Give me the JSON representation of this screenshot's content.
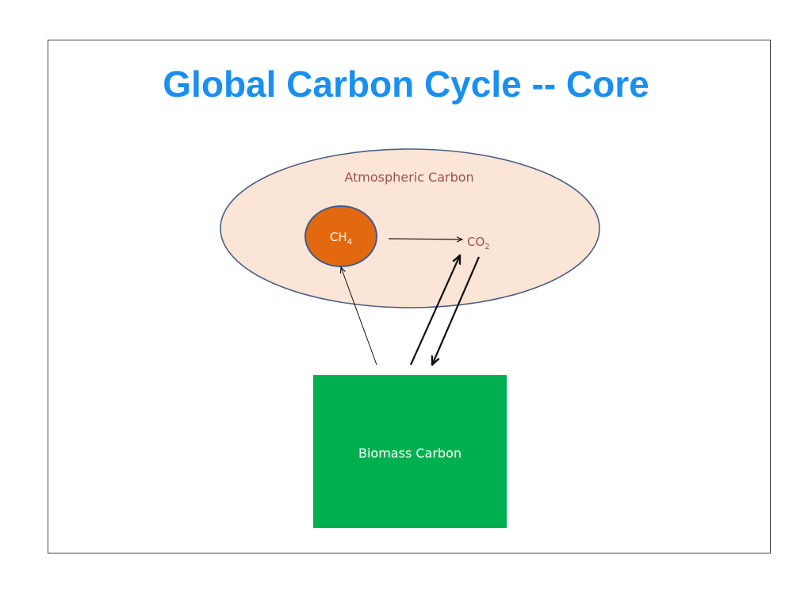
{
  "slide": {
    "title": "Global Carbon Cycle -- Core"
  },
  "diagram": {
    "atmosphere": {
      "label": "Atmospheric Carbon"
    },
    "methane": {
      "label_main": "CH",
      "label_sub": "4"
    },
    "carbon_dioxide": {
      "label_main": "CO",
      "label_sub": "2"
    },
    "biomass": {
      "label": "Biomass Carbon"
    }
  },
  "colors": {
    "title": "#1a8ff0",
    "atmosphere_fill": "#fbe5d6",
    "atmosphere_stroke": "#4a5f85",
    "atmosphere_text": "#a0524a",
    "methane_fill": "#e2690f",
    "methane_stroke": "#3d5c8c",
    "biomass_fill": "#00b050",
    "arrow": "#111111"
  }
}
